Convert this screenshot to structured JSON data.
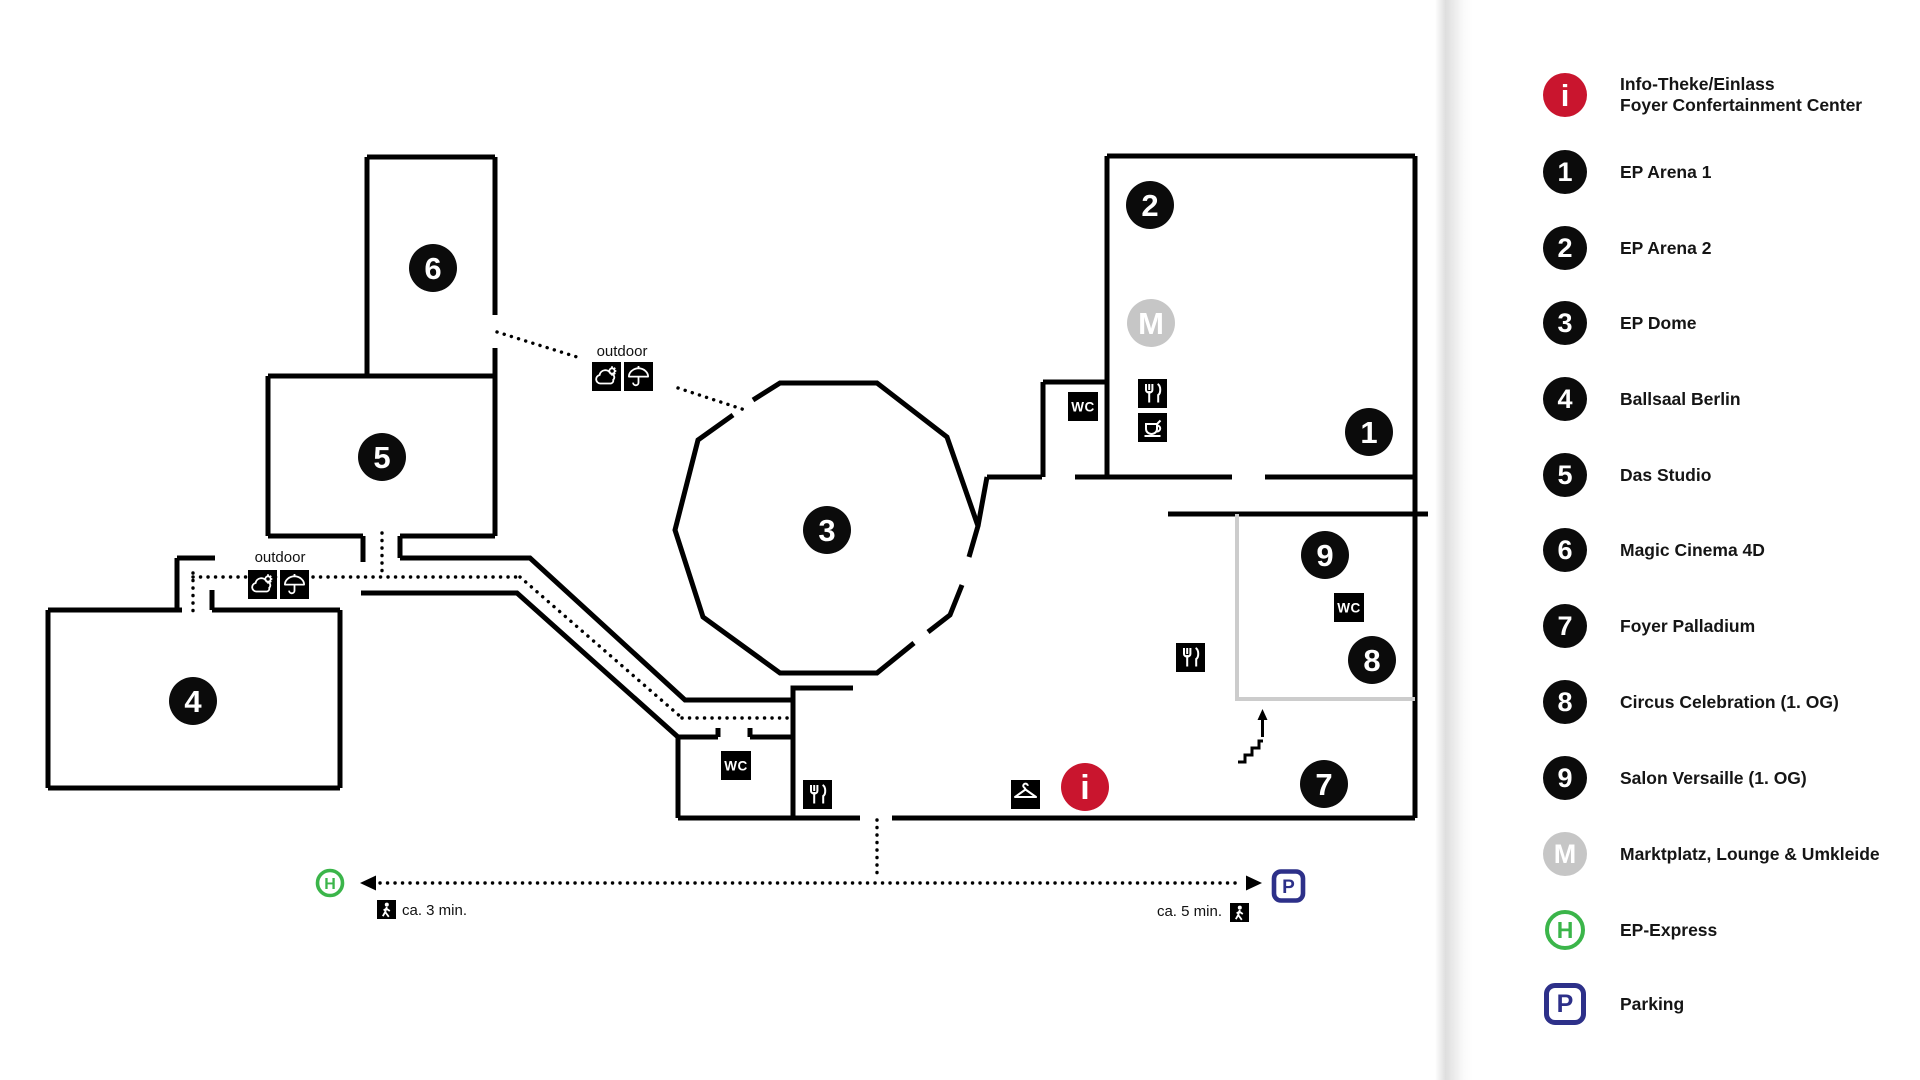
{
  "legend": {
    "items": [
      {
        "symbol": "i",
        "style": "info",
        "lines": [
          "Info-Theke/Einlass",
          "Foyer Confertainment Center"
        ]
      },
      {
        "symbol": "1",
        "style": "black",
        "lines": [
          "EP Arena 1"
        ]
      },
      {
        "symbol": "2",
        "style": "black",
        "lines": [
          "EP Arena 2"
        ]
      },
      {
        "symbol": "3",
        "style": "black",
        "lines": [
          "EP Dome"
        ]
      },
      {
        "symbol": "4",
        "style": "black",
        "lines": [
          "Ballsaal Berlin"
        ]
      },
      {
        "symbol": "5",
        "style": "black",
        "lines": [
          "Das Studio"
        ]
      },
      {
        "symbol": "6",
        "style": "black",
        "lines": [
          "Magic Cinema 4D"
        ]
      },
      {
        "symbol": "7",
        "style": "black",
        "lines": [
          "Foyer Palladium"
        ]
      },
      {
        "symbol": "8",
        "style": "black",
        "lines": [
          "Circus Celebration (1. OG)"
        ]
      },
      {
        "symbol": "9",
        "style": "black",
        "lines": [
          "Salon Versaille (1. OG)"
        ]
      },
      {
        "symbol": "M",
        "style": "gray",
        "lines": [
          "Marktplatz, Lounge & Umkleide"
        ]
      },
      {
        "symbol": "H",
        "style": "train",
        "lines": [
          "EP-Express"
        ]
      },
      {
        "symbol": "P",
        "style": "parking",
        "lines": [
          "Parking"
        ]
      }
    ]
  },
  "map": {
    "markers": {
      "m1": "1",
      "m2": "2",
      "m3": "3",
      "m4": "4",
      "m5": "5",
      "m6": "6",
      "m7": "7",
      "m8": "8",
      "m9": "9",
      "mM": "M",
      "mi": "i",
      "station": "H",
      "parking": "P"
    },
    "wc": "WC",
    "outdoor": "outdoor",
    "walk_left": "ca. 3 min.",
    "walk_right": "ca. 5 min."
  },
  "colors": {
    "wall": "#000000",
    "info_red": "#c9152e",
    "marker_gray": "#c6c6c6",
    "express_green": "#3bb54a",
    "parking_blue": "#2d3089",
    "first_floor_outline": "#cccccc"
  }
}
